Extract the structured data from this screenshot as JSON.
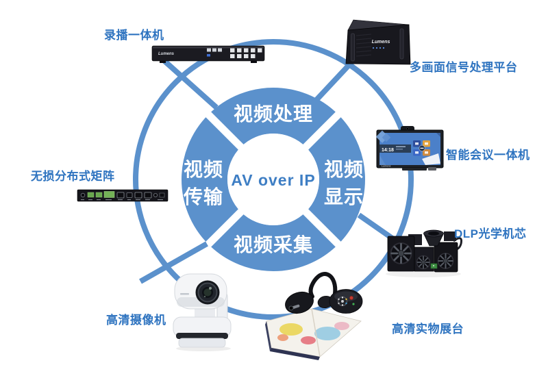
{
  "diagram": {
    "center_label": "AV over IP",
    "segments": {
      "top": "视频处理",
      "bottom": "视频采集",
      "left": {
        "line1": "视频",
        "line2": "传输"
      },
      "right": {
        "line1": "视频",
        "line2": "显示"
      }
    }
  },
  "products": {
    "recorder": {
      "label": "录播一体机",
      "brand": "Lumens"
    },
    "multiview": {
      "label": "多画面信号处理平台",
      "brand": "Lumens"
    },
    "conference_display": {
      "label": "智能会议一体机",
      "brand": "Lumens",
      "screen_time": "14:18"
    },
    "dlp": {
      "label": "DLP光学机芯"
    },
    "visualizer": {
      "label": "高清实物展台"
    },
    "camera": {
      "label": "高清摄像机"
    },
    "matrix": {
      "label": "无损分布式矩阵"
    }
  },
  "colors": {
    "primary_blue": "#5b91cc",
    "label_blue": "#2f74c0",
    "center_text_blue": "#3e7ec4",
    "background": "#ffffff"
  }
}
